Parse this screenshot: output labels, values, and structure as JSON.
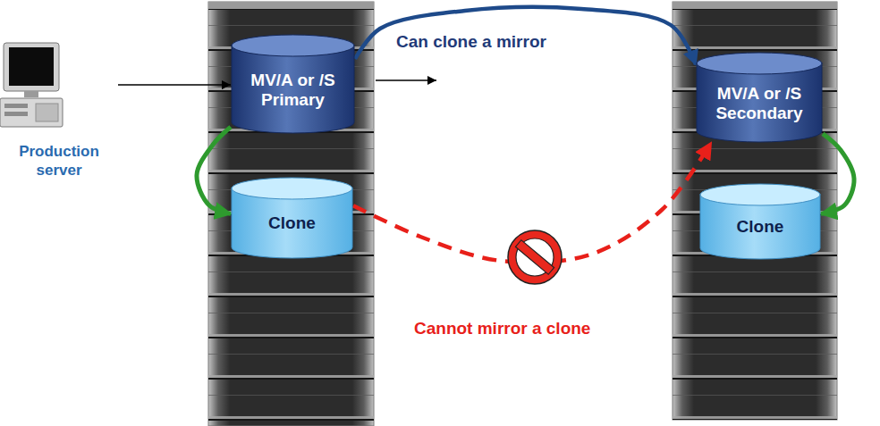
{
  "diagram": {
    "nodes": [
      {
        "text": [
          "Production server"
        ]
      },
      {
        "text": [
          "MV/A or /S Primary"
        ]
      },
      {
        "text": [
          "Clone"
        ]
      },
      {
        "text": [
          "MV/A or /S Secondary"
        ]
      },
      {
        "text": [
          "Clone"
        ]
      }
    ],
    "edges": [
      {
        "from": 0,
        "to": 1,
        "arrow": "to"
      },
      {
        "from": 1,
        "to": 3,
        "arrow": "to",
        "label": "Can clone a mirror"
      },
      {
        "from": 1,
        "to": 2,
        "arrow": "to"
      },
      {
        "from": 3,
        "to": 4,
        "arrow": "to"
      },
      {
        "from": 2,
        "to": 3,
        "arrow": "to",
        "label": "Cannot mirror a clone"
      }
    ]
  }
}
